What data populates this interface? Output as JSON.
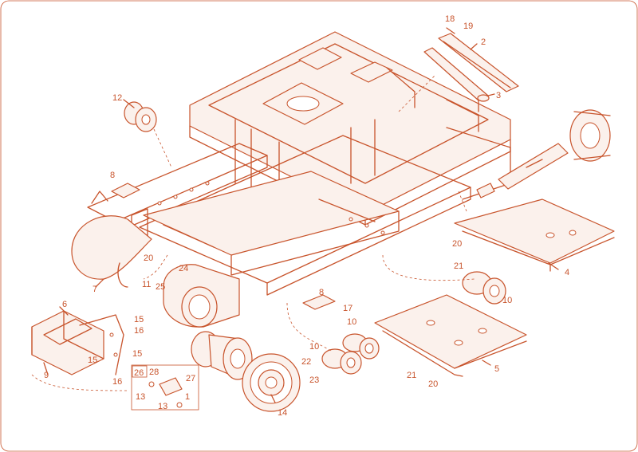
{
  "callouts": [
    {
      "label": "1"
    },
    {
      "label": "2"
    },
    {
      "label": "3"
    },
    {
      "label": "4"
    },
    {
      "label": "5"
    },
    {
      "label": "6"
    },
    {
      "label": "7"
    },
    {
      "label": "8"
    },
    {
      "label": "8"
    },
    {
      "label": "9"
    },
    {
      "label": "10"
    },
    {
      "label": "10"
    },
    {
      "label": "10"
    },
    {
      "label": "11"
    },
    {
      "label": "12"
    },
    {
      "label": "13"
    },
    {
      "label": "13"
    },
    {
      "label": "14"
    },
    {
      "label": "15"
    },
    {
      "label": "15"
    },
    {
      "label": "15"
    },
    {
      "label": "16"
    },
    {
      "label": "16"
    },
    {
      "label": "17"
    },
    {
      "label": "18"
    },
    {
      "label": "19"
    },
    {
      "label": "20"
    },
    {
      "label": "20"
    },
    {
      "label": "20"
    },
    {
      "label": "21"
    },
    {
      "label": "21"
    },
    {
      "label": "22"
    },
    {
      "label": "23"
    },
    {
      "label": "24"
    },
    {
      "label": "25"
    },
    {
      "label": "26"
    },
    {
      "label": "27"
    },
    {
      "label": "28"
    }
  ]
}
